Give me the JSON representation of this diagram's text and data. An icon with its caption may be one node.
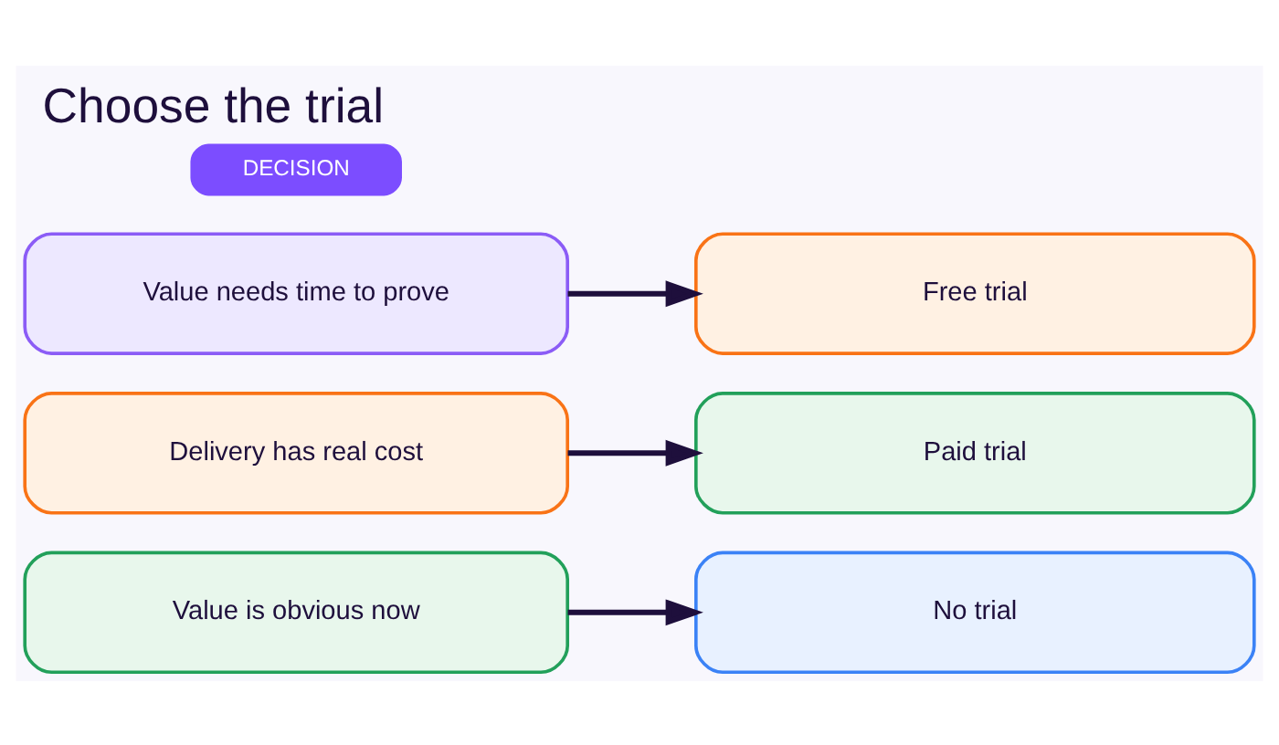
{
  "diagram": {
    "title": "Choose the trial",
    "nodes": [
      {
        "text": [
          "DECISION"
        ]
      },
      {
        "text": [
          "Value needs time to prove"
        ]
      },
      {
        "text": [
          "Free trial"
        ]
      },
      {
        "text": [
          "Delivery has real cost"
        ]
      },
      {
        "text": [
          "Paid trial"
        ]
      },
      {
        "text": [
          "Value is obvious now"
        ]
      },
      {
        "text": [
          "No trial"
        ]
      }
    ],
    "edges": [
      {
        "from": 1,
        "to": 2,
        "arrow": "to"
      },
      {
        "from": 3,
        "to": 4,
        "arrow": "to"
      },
      {
        "from": 5,
        "to": 6,
        "arrow": "to"
      }
    ]
  }
}
